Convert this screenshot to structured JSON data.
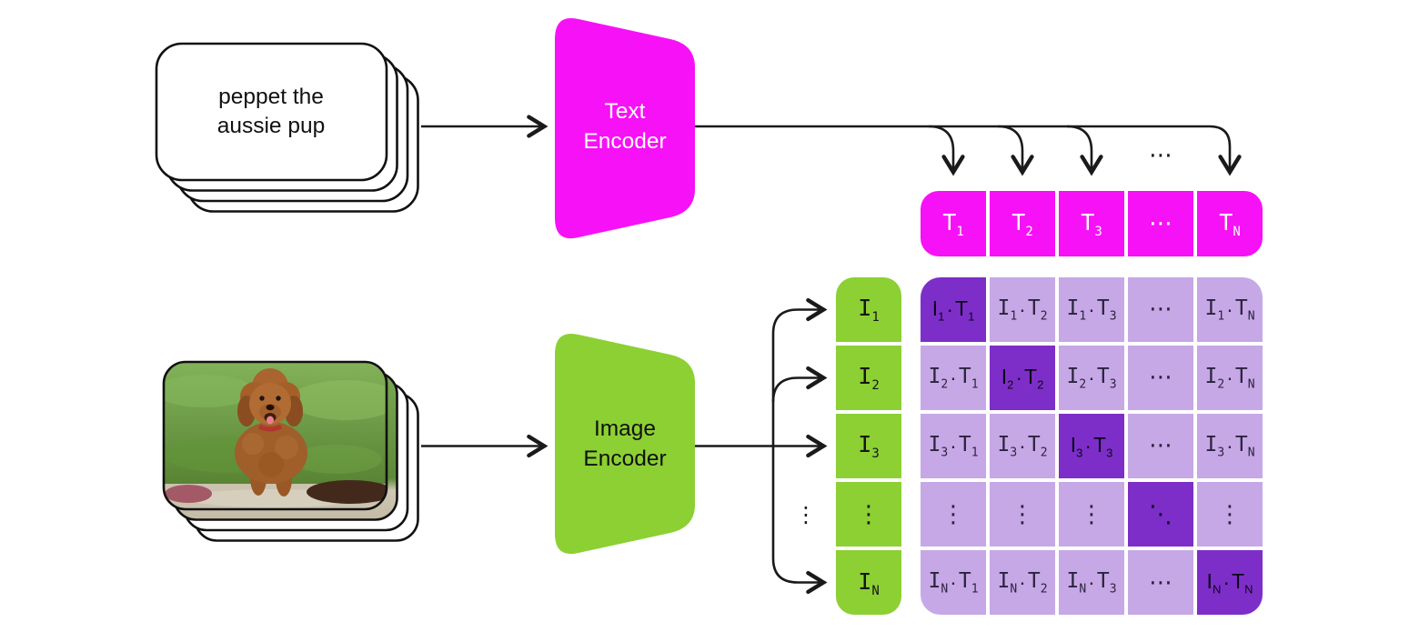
{
  "colors": {
    "magenta": "#F711F7",
    "green": "#8CD034",
    "purple_light": "#C6A8E6",
    "purple_dark": "#7E2EC8",
    "line": "#1a1a1a"
  },
  "prompt": {
    "lines": [
      "peppet the",
      "aussie pup"
    ]
  },
  "text_encoder": {
    "lines": [
      "Text",
      "Encoder"
    ]
  },
  "image_encoder": {
    "lines": [
      "Image",
      "Encoder"
    ]
  },
  "separator": "·",
  "dots": {
    "h": "⋯",
    "v": "⋮",
    "d": "⋱"
  },
  "decor": {
    "top_dots": "⋯",
    "left_dots": "⋮"
  },
  "t_row": [
    {
      "a": "T",
      "as": "1"
    },
    {
      "a": "T",
      "as": "2"
    },
    {
      "a": "T",
      "as": "3"
    },
    {
      "dots": "h"
    },
    {
      "a": "T",
      "as": "N"
    }
  ],
  "i_col": [
    {
      "a": "I",
      "as": "1"
    },
    {
      "a": "I",
      "as": "2"
    },
    {
      "a": "I",
      "as": "3"
    },
    {
      "dots": "v"
    },
    {
      "a": "I",
      "as": "N"
    }
  ],
  "matrix": [
    [
      {
        "a": "I",
        "as": "1",
        "b": "T",
        "bs": "1",
        "diag": true
      },
      {
        "a": "I",
        "as": "1",
        "b": "T",
        "bs": "2"
      },
      {
        "a": "I",
        "as": "1",
        "b": "T",
        "bs": "3"
      },
      {
        "dots": "h"
      },
      {
        "a": "I",
        "as": "1",
        "b": "T",
        "bs": "N"
      }
    ],
    [
      {
        "a": "I",
        "as": "2",
        "b": "T",
        "bs": "1"
      },
      {
        "a": "I",
        "as": "2",
        "b": "T",
        "bs": "2",
        "diag": true
      },
      {
        "a": "I",
        "as": "2",
        "b": "T",
        "bs": "3"
      },
      {
        "dots": "h"
      },
      {
        "a": "I",
        "as": "2",
        "b": "T",
        "bs": "N"
      }
    ],
    [
      {
        "a": "I",
        "as": "3",
        "b": "T",
        "bs": "1"
      },
      {
        "a": "I",
        "as": "3",
        "b": "T",
        "bs": "2"
      },
      {
        "a": "I",
        "as": "3",
        "b": "T",
        "bs": "3",
        "diag": true
      },
      {
        "dots": "h"
      },
      {
        "a": "I",
        "as": "3",
        "b": "T",
        "bs": "N"
      }
    ],
    [
      {
        "dots": "v"
      },
      {
        "dots": "v"
      },
      {
        "dots": "v"
      },
      {
        "dots": "d",
        "diag": true
      },
      {
        "dots": "v"
      }
    ],
    [
      {
        "a": "I",
        "as": "N",
        "b": "T",
        "bs": "1"
      },
      {
        "a": "I",
        "as": "N",
        "b": "T",
        "bs": "2"
      },
      {
        "a": "I",
        "as": "N",
        "b": "T",
        "bs": "3"
      },
      {
        "dots": "h"
      },
      {
        "a": "I",
        "as": "N",
        "b": "T",
        "bs": "N",
        "diag": true
      }
    ]
  ]
}
